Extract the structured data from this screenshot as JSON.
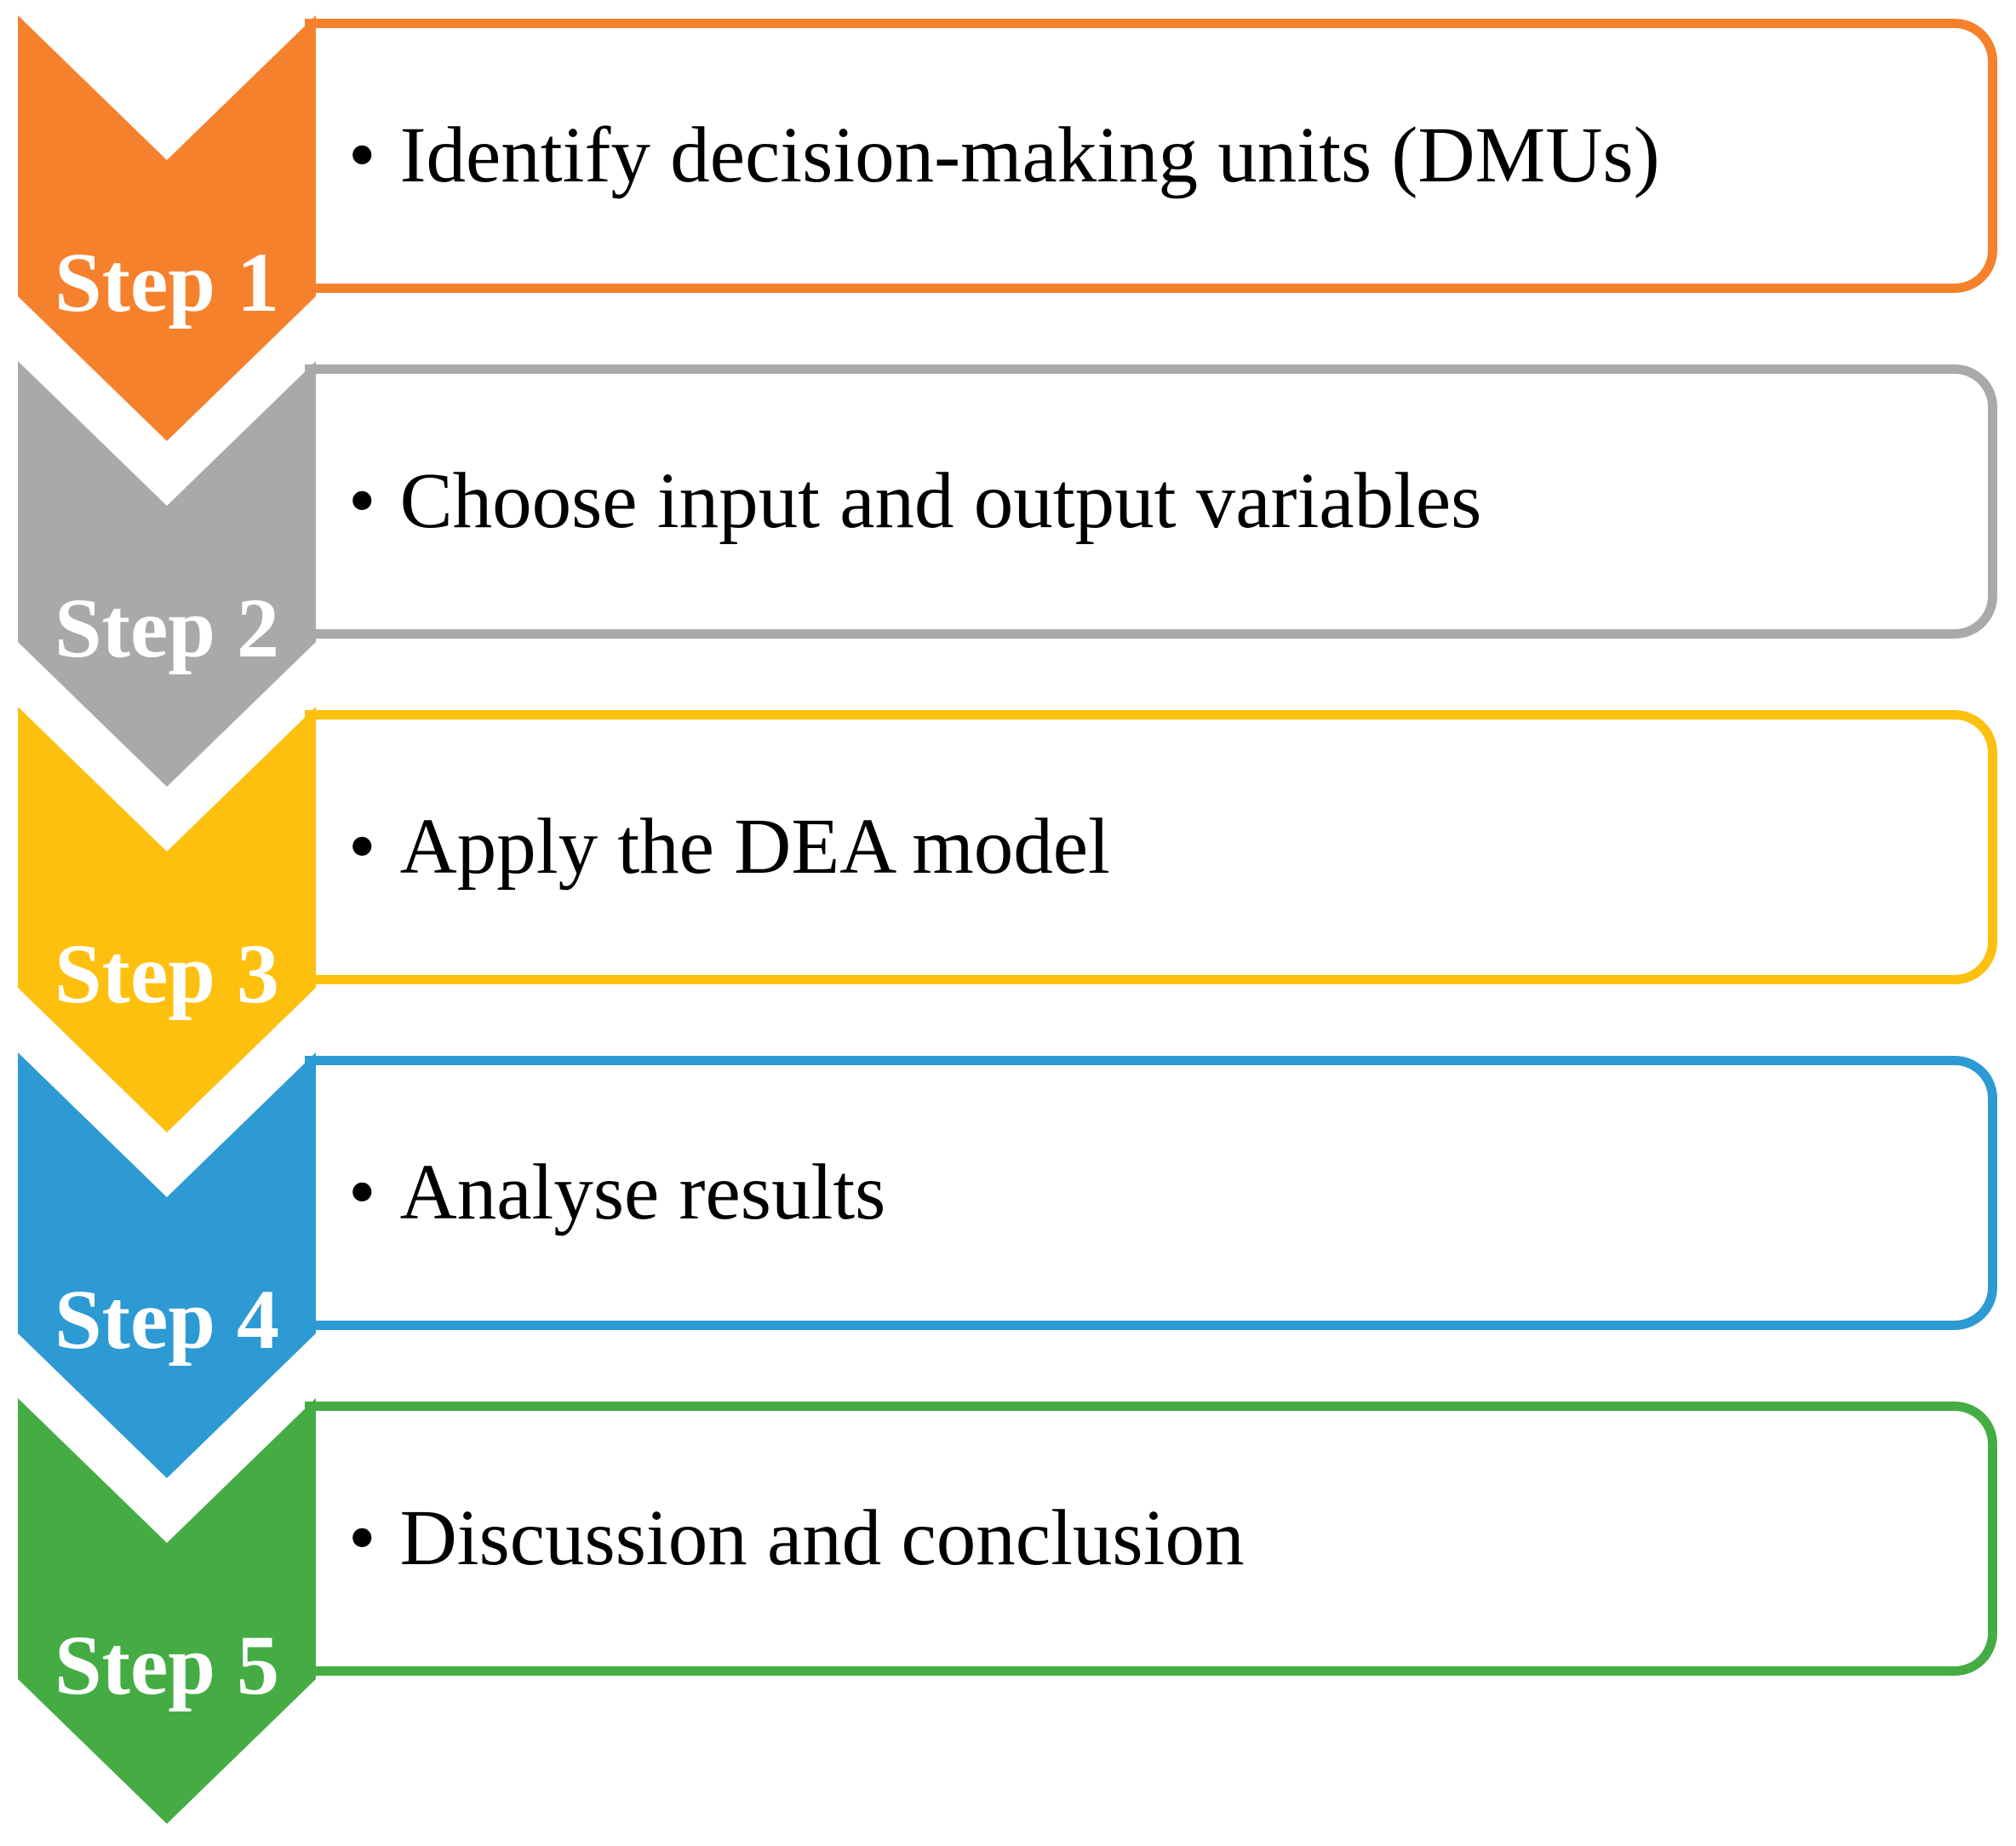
{
  "diagram": {
    "title": "DEA five-step process diagram",
    "bullet_glyph": "•",
    "text_color": "#000000",
    "label_color": "#ffffff",
    "background_color": "#ffffff",
    "steps": [
      {
        "label": "Step 1",
        "text": "Identify decision-making units (DMUs)",
        "color": "#F6812C"
      },
      {
        "label": "Step 2",
        "text": "Choose input and output variables",
        "color": "#A9A9A9"
      },
      {
        "label": "Step 3",
        "text": "Apply the DEA model",
        "color": "#FEC00F"
      },
      {
        "label": "Step 4",
        "text": "Analyse results",
        "color": "#2D9AD3"
      },
      {
        "label": "Step 5",
        "text": "Discussion and conclusion",
        "color": "#45AC44"
      }
    ]
  }
}
